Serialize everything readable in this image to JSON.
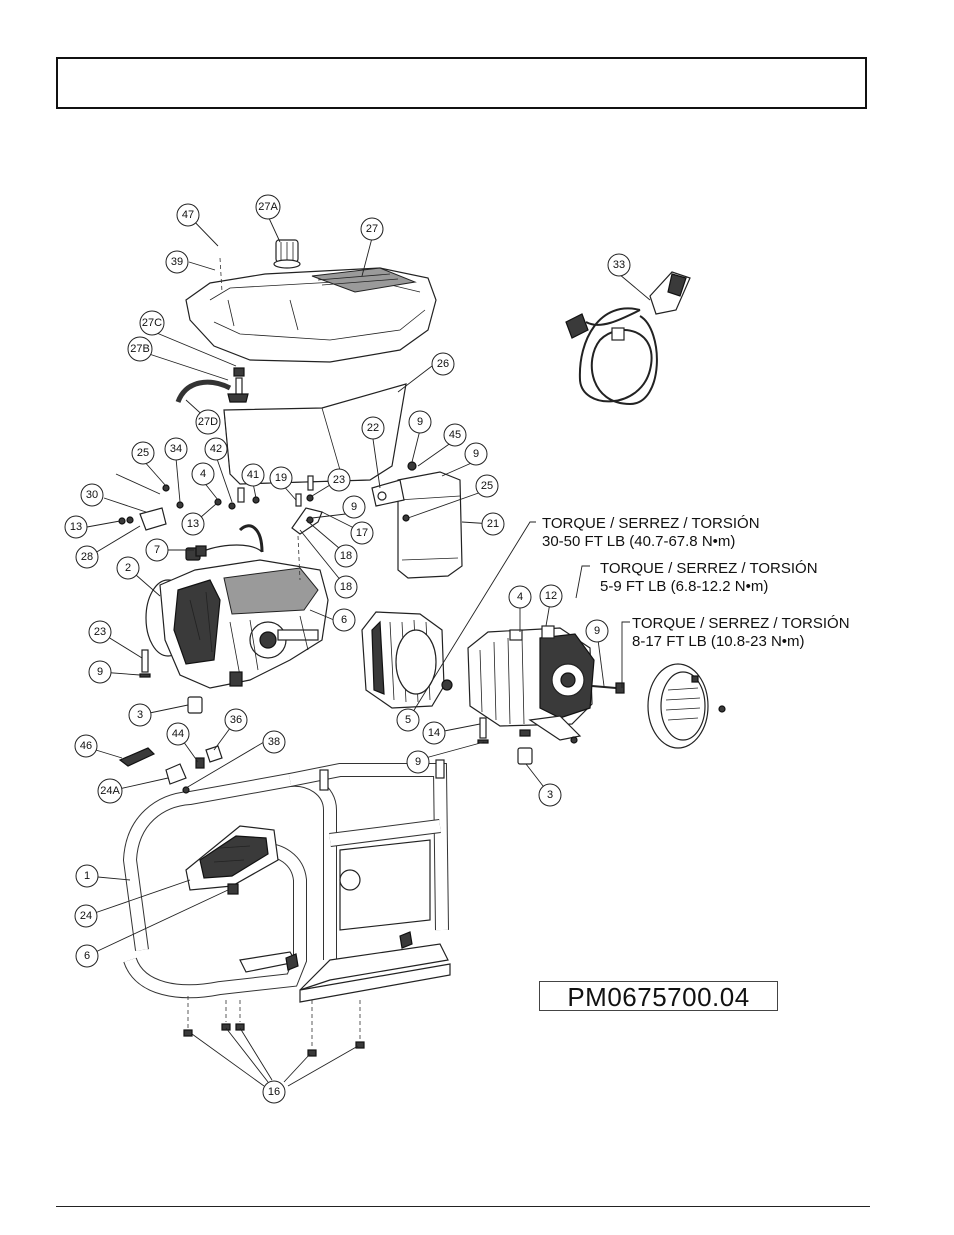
{
  "header": {
    "title": ""
  },
  "part_number": "PM0675700.04",
  "torque_notes": [
    {
      "line1": "TORQUE / SERREZ / TORSIÓN",
      "line2": "30-50 FT LB (40.7-67.8 N•m)"
    },
    {
      "line1": "TORQUE / SERREZ / TORSIÓN",
      "line2": "5-9 FT LB (6.8-12.2 N•m)"
    },
    {
      "line1": "TORQUE / SERREZ / TORSIÓN",
      "line2": "8-17 FT LB (10.8-23 N•m)"
    }
  ],
  "callouts": [
    "47",
    "27A",
    "27",
    "39",
    "33",
    "27C",
    "27B",
    "26",
    "27D",
    "22",
    "9",
    "45",
    "9",
    "25",
    "34",
    "42",
    "4",
    "41",
    "19",
    "23",
    "9",
    "30",
    "25",
    "13",
    "13",
    "17",
    "21",
    "28",
    "7",
    "18",
    "2",
    "18",
    "6",
    "23",
    "9",
    "3",
    "4",
    "12",
    "9",
    "5",
    "14",
    "9",
    "3",
    "46",
    "44",
    "36",
    "38",
    "24A",
    "1",
    "24",
    "6",
    "16"
  ]
}
